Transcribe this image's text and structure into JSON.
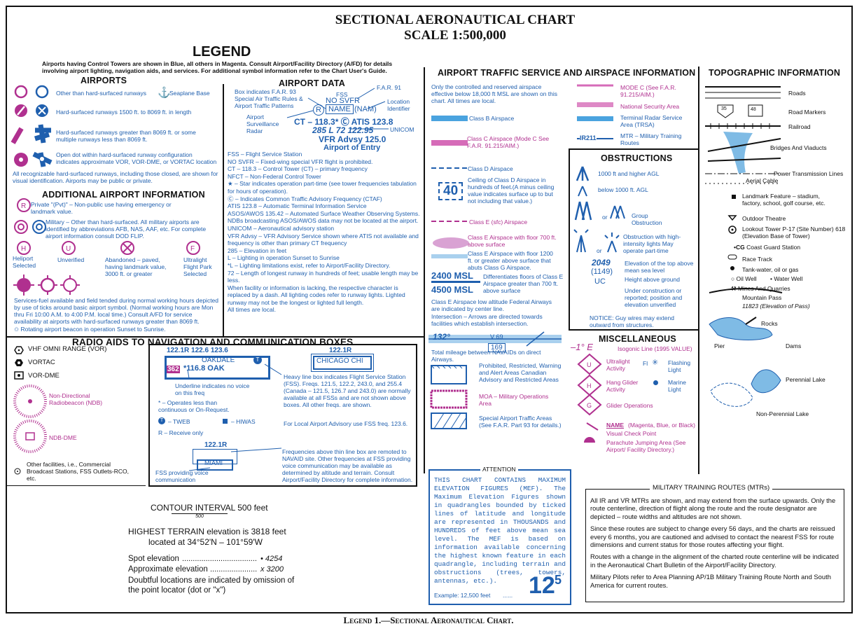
{
  "title": {
    "line1": "SECTIONAL AERONAUTICAL CHART",
    "line2": "SCALE 1:500,000"
  },
  "legend": {
    "heading": "LEGEND",
    "intro": "Airports having Control Towers are shown in Blue, all others in Magenta. Consult Airport/Facility Directory (A/FD) for details involving airport lighting, navigation aids, and services. For additional symbol information refer to the Chart User's Guide."
  },
  "airports": {
    "heading": "AIRPORTS",
    "other_than_hard": "Other than hard-surfaced runways",
    "seaplane": "Seaplane Base",
    "hard_1500": "Hard-surfaced runways 1500 ft. to 8069 ft. in length",
    "hard_8069": "Hard-surfaced runways greater than 8069 ft. or some multiple runways less than 8069 ft.",
    "open_dot": "Open dot within hard-surfaced runway configuration indicates approximate VOR, VOR-DME, or VORTAC location",
    "all_recognizable": "All recognizable hard-surfaced runways, including those closed, are shown for visual identification. Airports may be public or private."
  },
  "additional": {
    "heading": "ADDITIONAL AIRPORT INFORMATION",
    "private": "Private \"(Pvt)\" – Non-public use having emergency or landmark value.",
    "military": "Military – Other than hard-surfaced. All military airports are identified by abbreviations AFB, NAS, AAF, etc. For complete airport information consult DOD FLIP.",
    "heliport": "Heliport Selected",
    "unverified": "Unverified",
    "abandoned": "Abandoned – paved, having landmark value, 3000 ft. or greater",
    "ultralight": "Ultralight Flight Park Selected",
    "services": "Services-fuel available and field tended during normal working hours depicted by use of ticks around basic airport symbol. (Normal working hours are Mon thru Fri 10:00 A.M. to 4:00 P.M. local time.) Consult A/FD for service availability at airports with hard-surfaced runways greater than 8069 ft.",
    "rotating": "Rotating airport beacon in operation Sunset to Sunrise."
  },
  "airport_data": {
    "heading": "AIRPORT DATA",
    "box_indicates": "Box indicates F.A.R. 93 Special Air Traffic Rules & Airport Traffic Patterns",
    "fss": "FSS",
    "far91": "F.A.R. 91",
    "nosvfr": "NO SVFR",
    "location_id": "Location Identifier",
    "name": "NAME",
    "nam": "(NAM)",
    "radar": "Airport Surveillance Radar",
    "ct_line": "CT – 118.3* Ⓒ ATIS 123.8",
    "elev_line": "285 L 72 122.95",
    "unicom": "UNICOM",
    "vfr": "VFR Advsy 125.0",
    "entry": "Airport of Entry",
    "notes": [
      "FSS – Flight Service Station",
      "NO SVFR – Fixed-wing special VFR flight is prohibited.",
      "CT – 118.3 – Control Tower (CT) – primary frequency",
      "NFCT – Non-Federal Control Tower",
      " ★ – Star indicates operation part-time (see tower frequencies tabulation for hours of operation).",
      "Ⓒ – Indicates Common Traffic Advisory Frequency (CTAF)",
      "ATIS 123.8 – Automatic Terminal Information Service",
      "ASOS/AWOS 135.42 – Automated Surface Weather Observing Systems. NDBs broadcasting ASOS/AWOS data may not be located at the airport.",
      "UNICOM – Aeronautical advisory station",
      "VFR Advsy – VFR Advisory Service shown where ATIS not available and frequency is other than primary CT frequency",
      "285 – Elevation in feet",
      "    L – Lighting in operation Sunset to Sunrise",
      "   *L – Lighting limitations exist, refer to Airport/Facility Directory.",
      "   72 – Length of longest runway in hundreds of feet; usable length may be less.",
      "When facility or information is lacking, the respective character is replaced by a dash. All lighting codes refer to runway lights. Lighted runway may not be the longest or lighted full length.",
      "All times are local."
    ]
  },
  "airspace": {
    "heading": "AIRPORT TRAFFIC SERVICE AND AIRSPACE INFORMATION",
    "intro": "Only the controlled and reserved airspace effective below 18,000 ft MSL are shown on this chart. All times are local.",
    "class_b": "Class B Airspace",
    "class_c": "Class C Airspace (Mode C See F.A.R. 91.215/AIM.)",
    "class_d": "Class D Airspace",
    "ceiling_num": "40",
    "ceiling": "Ceiling of Class D Airspace in hundreds of feet.(A minus ceiling value indicates surface up to but not including that value.)",
    "class_e_sfc": "Class E (sfc) Airspace",
    "class_e_700": "Class E Airspace with floor 700 ft. above surface",
    "class_e_1200": "Class E Airspace with floor 1200 ft. or greater above surface that abuts Class G Airspace.",
    "msl_2400": "2400 MSL",
    "msl_4500": "4500 MSL",
    "floors": "Differentiates floors of Class E Airspace greater than 700 ft. above surface",
    "low_alt": "Class E Airspace low altitude Federal Airways are indicated by center line.",
    "intersection": "Intersection – Arrows are directed towards facilities which establish intersection.",
    "radial": "132°",
    "victor": "V 69",
    "mileage_num": "169",
    "mileage": "Total mileage between NAVAIDs on direct Airways.",
    "prohibited": "Prohibited, Restricted, Warning and Alert Areas Canadian Advisory and Restricted Areas",
    "moa": "MOA – Military Operations Area",
    "special": "Special Airport Traffic Areas (See F.A.R. Part 93 for details.)",
    "mode_c": "MODE C (See F.A.R. 91.215/AIM.)",
    "nsa": "National Security Area",
    "trsa": "Terminal Radar Service Area (TRSA)",
    "mtr_label": "IR211",
    "mtr": "MTR – Military Training Routes"
  },
  "obstructions": {
    "heading": "OBSTRUCTIONS",
    "agl_1000_up": "1000 ft and higher AGL",
    "agl_below": "below 1000 ft. AGL",
    "or": "or",
    "group": "Group Obstruction",
    "lights": "Obstruction with high-intensity lights May operate part-time",
    "elev_top_num": "2049",
    "elev_top": "Elevation of the top above mean sea level",
    "height_num": "(1149)",
    "height": "Height above ground",
    "uc": "UC",
    "construction": "Under construction or reported; position and elevation unverified",
    "notice": "NOTICE: Guy wires may extend outward from structures."
  },
  "topographic": {
    "heading": "TOPOGRAPHIC INFORMATION",
    "roads": "Roads",
    "marker1": "35",
    "marker2": "48",
    "road_markers": "Road Markers",
    "railroad": "Railroad",
    "bridges": "Bridges And Viaducts",
    "power": "Power Transmission Lines",
    "cable": "Aerial Cable",
    "landmark": "Landmark Feature – stadium, factory, school, golf course, etc.",
    "theatre": "Outdoor Theatre",
    "lookout": "Lookout Tower P-17 (Site Number) 618 (Elevation Base of Tower)",
    "coast_guard": "Coast Guard Station",
    "race": "Race Track",
    "tank": "Tank-water, oil or gas",
    "oil_well": "Oil Well",
    "water_well": "Water Well",
    "mines": "Mines And Quarries",
    "pass": "Mountain Pass",
    "pass_elev": "11823 (Elevation of Pass)",
    "rocks": "Rocks",
    "pier": "Pier",
    "dams": "Dams",
    "perennial": "Perennial Lake",
    "non_perennial": "Non-Perennial Lake"
  },
  "misc": {
    "heading": "MISCELLANEOUS",
    "isogonic_val": "–1° E",
    "isogonic": "Isogonic Line (1995 VALUE)",
    "ultralight": "Ultralight Activity",
    "flashing": "Flashing Light",
    "hang": "Hang Glider Activity",
    "marine": "Marine Light",
    "glider": "Glider Operations",
    "vcp_name": "NAME",
    "vcp_colors": "(Magenta, Blue, or Black)",
    "vcp": "Visual Check Point",
    "parachute": "Parachute Jumping Area (See Airport/ Facility Directory.)",
    "fl_label": "Fl"
  },
  "radio": {
    "heading": "RADIO AIDS TO NAVIGATION AND COMMUNICATION BOXES",
    "vor": "VHF OMNI RANGE (VOR)",
    "vortac": "VORTAC",
    "vor_dme": "VOR-DME",
    "ndb": "Non-Directional Radiobeacon (NDB)",
    "ndb_dme": "NDB-DME",
    "other": "Other facilities, i.e., Commercial Broadcast Stations, FSS Outlets-RCO, etc.",
    "freqs_top": "122.1R  122.6 123.6",
    "oakdale": "OAKDALE",
    "oak_freq_a": "362",
    "oak_freq_b": "*116.8 OAK",
    "underline": "Underline indicates no voice on this freq",
    "star": "* – Operates less than continuous or On-Request.",
    "tweb": "– TWEB",
    "hiwas": "– HIWAS",
    "receive": "R  – Receive only",
    "chicago_freq": "122.1R",
    "chicago": "CHICAGO CHI",
    "heavy": "Heavy line box indicates Flight Service Station (FSS). Freqs. 121.5, 122.2, 243.0, and 255.4 (Canada – 121.5, 126.7 and 243.0) are normally available at all FSSs and are not shown above boxes. All other freqs. are shown.",
    "local": "For Local Airport Advisory use FSS freq. 123.6.",
    "miami_freq": "122.1R",
    "miami": "MIAMI",
    "fss_voice": "FSS providing voice communication",
    "above_line": "Frequencies above thin line box are remoted to NAVAID site. Other frequencies at FSS providing voice communication may be available as determined by altitude and terrain. Consult Airport/Facility Directory for complete information."
  },
  "contour": {
    "heading": "CONTOUR INTERVAL 500 feet",
    "interval": "500",
    "highest": "HIGHEST TERRAIN elevation is 3818 feet",
    "located": "located at 34°52'N – 101°59'W",
    "spot": "Spot elevation",
    "spot_val": "• 4254",
    "approx": "Approximate elevation",
    "approx_val": "x 3200",
    "doubtful": "Doubtful locations are indicated by omission of the point locator (dot or \"x\")"
  },
  "attention": {
    "heading": "ATTENTION",
    "body": "THIS CHART CONTAINS MAXIMUM ELEVATION FIGURES (MEF). The Maximum Elevation Figures shown in quadrangles bounded by ticked lines of latitude and longitude are represented in THOUSANDS and HUNDREDS of feet above mean sea level. The MEF is based on information available concerning the highest known feature in each quadrangle, including terrain and obstructions (trees, towers, antennas, etc.).",
    "example": "Example: 12,500 feet",
    "big": "12",
    "sup": "5"
  },
  "mtr": {
    "heading": "MILITARY TRAINING ROUTES (MTRs)",
    "p1": "All IR and VR MTRs are shown, and may extend from the surface upwards. Only the route centerline, direction of flight along the route and the route designator are depicted – route widths and altitudes are not shown.",
    "p2": "Since these routes are subject to change every 56 days, and the charts are reissued every 6 months, you are cautioned and advised to contact the nearest FSS for route dimensions and current status for those routes affecting your flight.",
    "p3": "Routes with a change in the alignment of the charted route centerline will be indicated in the Aeronautical Chart Bulletin of the Airport/Facility Directory.",
    "p4": "Military Pilots refer to Area Planning AP/1B Military Training Route North and South America for current routes."
  },
  "caption": "Legend 1.—Sectional Aeronautical Chart.",
  "colors": {
    "blue": "#1f5fae",
    "magenta": "#b0308f",
    "class_b": "#4aa3df",
    "class_c": "#d66bb8"
  }
}
